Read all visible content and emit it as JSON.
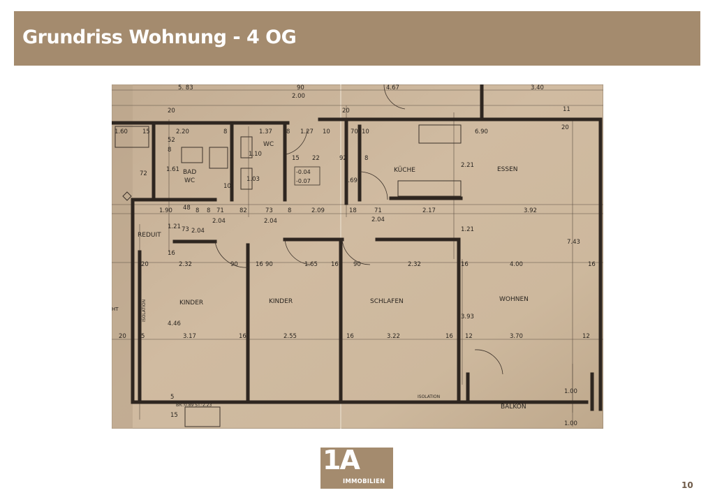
{
  "header": {
    "title": "Grundriss Wohnung - 4 OG"
  },
  "floorplan": {
    "rooms": {
      "bad": "BAD",
      "bad_wc": "WC",
      "wc": "WC",
      "kueche": "KÜCHE",
      "essen": "ESSEN",
      "reduit": "REDUIT",
      "kinder1": "KINDER",
      "kinder2": "KINDER",
      "schlafen": "SCHLAFEN",
      "wohnen": "WOHNEN",
      "balkon": "BALKON",
      "isolation_left": "ISOLATION",
      "isolation_bottom": "ISOLATION",
      "ht": "HT"
    },
    "levels": {
      "a": "-0.04",
      "b": "-0.07"
    },
    "note": "BR.:0.89 ST.:2.23",
    "dims": {
      "t583": "5. 83",
      "t90": "90",
      "t200": "2.00",
      "t467": "4.67",
      "t340": "3.40",
      "t20a": "20",
      "t20b": "20",
      "t20c": "20",
      "t11": "11",
      "t160": "1.60",
      "t15a": "15",
      "t220": "2.20",
      "t8a": "8",
      "t137": "1.37",
      "t8b": "8",
      "t127": "1.27",
      "t10": "10",
      "t70": "70",
      "t10b": "10",
      "t690": "6.90",
      "t52": "52",
      "t8c": "8",
      "t110": "1.10",
      "t15b": "15",
      "t22": "22",
      "t92": "92",
      "t8d": "8",
      "t161": "1.61",
      "t72": "72",
      "t103": "1.03",
      "t169": "1.69",
      "t221": "2.21",
      "t10c": "10",
      "t190": "1.90",
      "t48": "48",
      "t8e": "8",
      "t8f": "8",
      "t71a": "71",
      "t82": "82",
      "t73a": "73",
      "t8g": "8",
      "t209": "2.09",
      "t18": "18",
      "t71b": "71",
      "t217": "2.17",
      "t392": "3.92",
      "t121a": "1.21",
      "t204a": "2.04",
      "t204b": "2.04",
      "t204c": "2.04",
      "t73b": "73",
      "t204d": "2.04",
      "t121b": "1.21",
      "t743": "7.43",
      "t16a": "16",
      "t20d": "20",
      "t232a": "2.32",
      "t90b": "90",
      "t16b": "16",
      "t90c": "90",
      "t165": "1.65",
      "t16c": "16",
      "t90d": "90",
      "t232b": "2.32",
      "t16d": "16",
      "t400": "4.00",
      "t16e": "16",
      "t446": "4.46",
      "t393": "3.93",
      "t20e": "20",
      "t5a": "5",
      "t317": "3.17",
      "t16f": "16",
      "t255": "2.55",
      "t16g": "16",
      "t322": "3.22",
      "t16h": "16",
      "t12a": "12",
      "t370": "3.70",
      "t12b": "12",
      "t5b": "5",
      "t15c": "15",
      "t100a": "1.00",
      "t100b": "1.00"
    }
  },
  "logo": {
    "big": "1A",
    "small": "IMMOBILIEN"
  },
  "page_number": "10"
}
